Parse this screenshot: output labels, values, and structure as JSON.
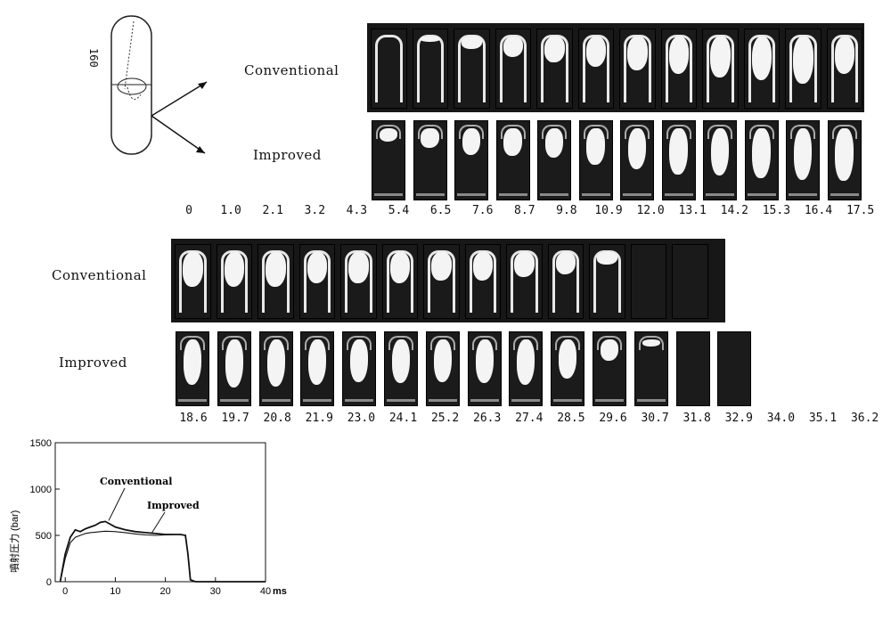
{
  "schematic": {
    "dimension": "160"
  },
  "labels": {
    "conventional": "Conventional",
    "improved": "Improved"
  },
  "row1_times": [
    "0",
    "1.0",
    "2.1",
    "3.2",
    "4.3",
    "5.4",
    "6.5",
    "7.6",
    "8.7",
    "9.8",
    "10.9",
    "12.0",
    "13.1",
    "14.2",
    "15.3",
    "16.4",
    "17.5"
  ],
  "row2_times": [
    "18.6",
    "19.7",
    "20.8",
    "21.9",
    "23.0",
    "24.1",
    "25.2",
    "26.3",
    "27.4",
    "28.5",
    "29.6",
    "30.7",
    "31.8",
    "32.9",
    "34.0",
    "35.1",
    "36.2"
  ],
  "chart_data": {
    "type": "line",
    "ylabel": "噴射圧力 (bar)",
    "xlabel": "ms",
    "xlim": [
      0,
      40
    ],
    "ylim": [
      0,
      1500
    ],
    "xticks": [
      0,
      10,
      20,
      30,
      40
    ],
    "yticks": [
      0,
      500,
      1000,
      1500
    ],
    "annotations": [
      "Conventional",
      "Improved"
    ],
    "series": [
      {
        "name": "Conventional",
        "x": [
          -1,
          0,
          1,
          2,
          3,
          4,
          5,
          6,
          7,
          8,
          9,
          10,
          12,
          14,
          16,
          18,
          20,
          22,
          23,
          24,
          24.5,
          25,
          26,
          30,
          40
        ],
        "y": [
          0,
          300,
          480,
          560,
          540,
          570,
          590,
          610,
          640,
          650,
          620,
          590,
          560,
          540,
          530,
          520,
          510,
          510,
          510,
          500,
          300,
          20,
          0,
          0,
          0
        ]
      },
      {
        "name": "Improved",
        "x": [
          -1,
          0,
          1,
          2,
          3,
          4,
          5,
          6,
          7,
          8,
          10,
          12,
          14,
          16,
          18,
          20,
          22,
          23,
          24,
          24.5,
          25,
          26,
          30,
          40
        ],
        "y": [
          0,
          250,
          420,
          480,
          500,
          520,
          530,
          535,
          540,
          545,
          540,
          530,
          515,
          505,
          500,
          505,
          510,
          510,
          500,
          300,
          20,
          0,
          0,
          0
        ]
      }
    ]
  }
}
